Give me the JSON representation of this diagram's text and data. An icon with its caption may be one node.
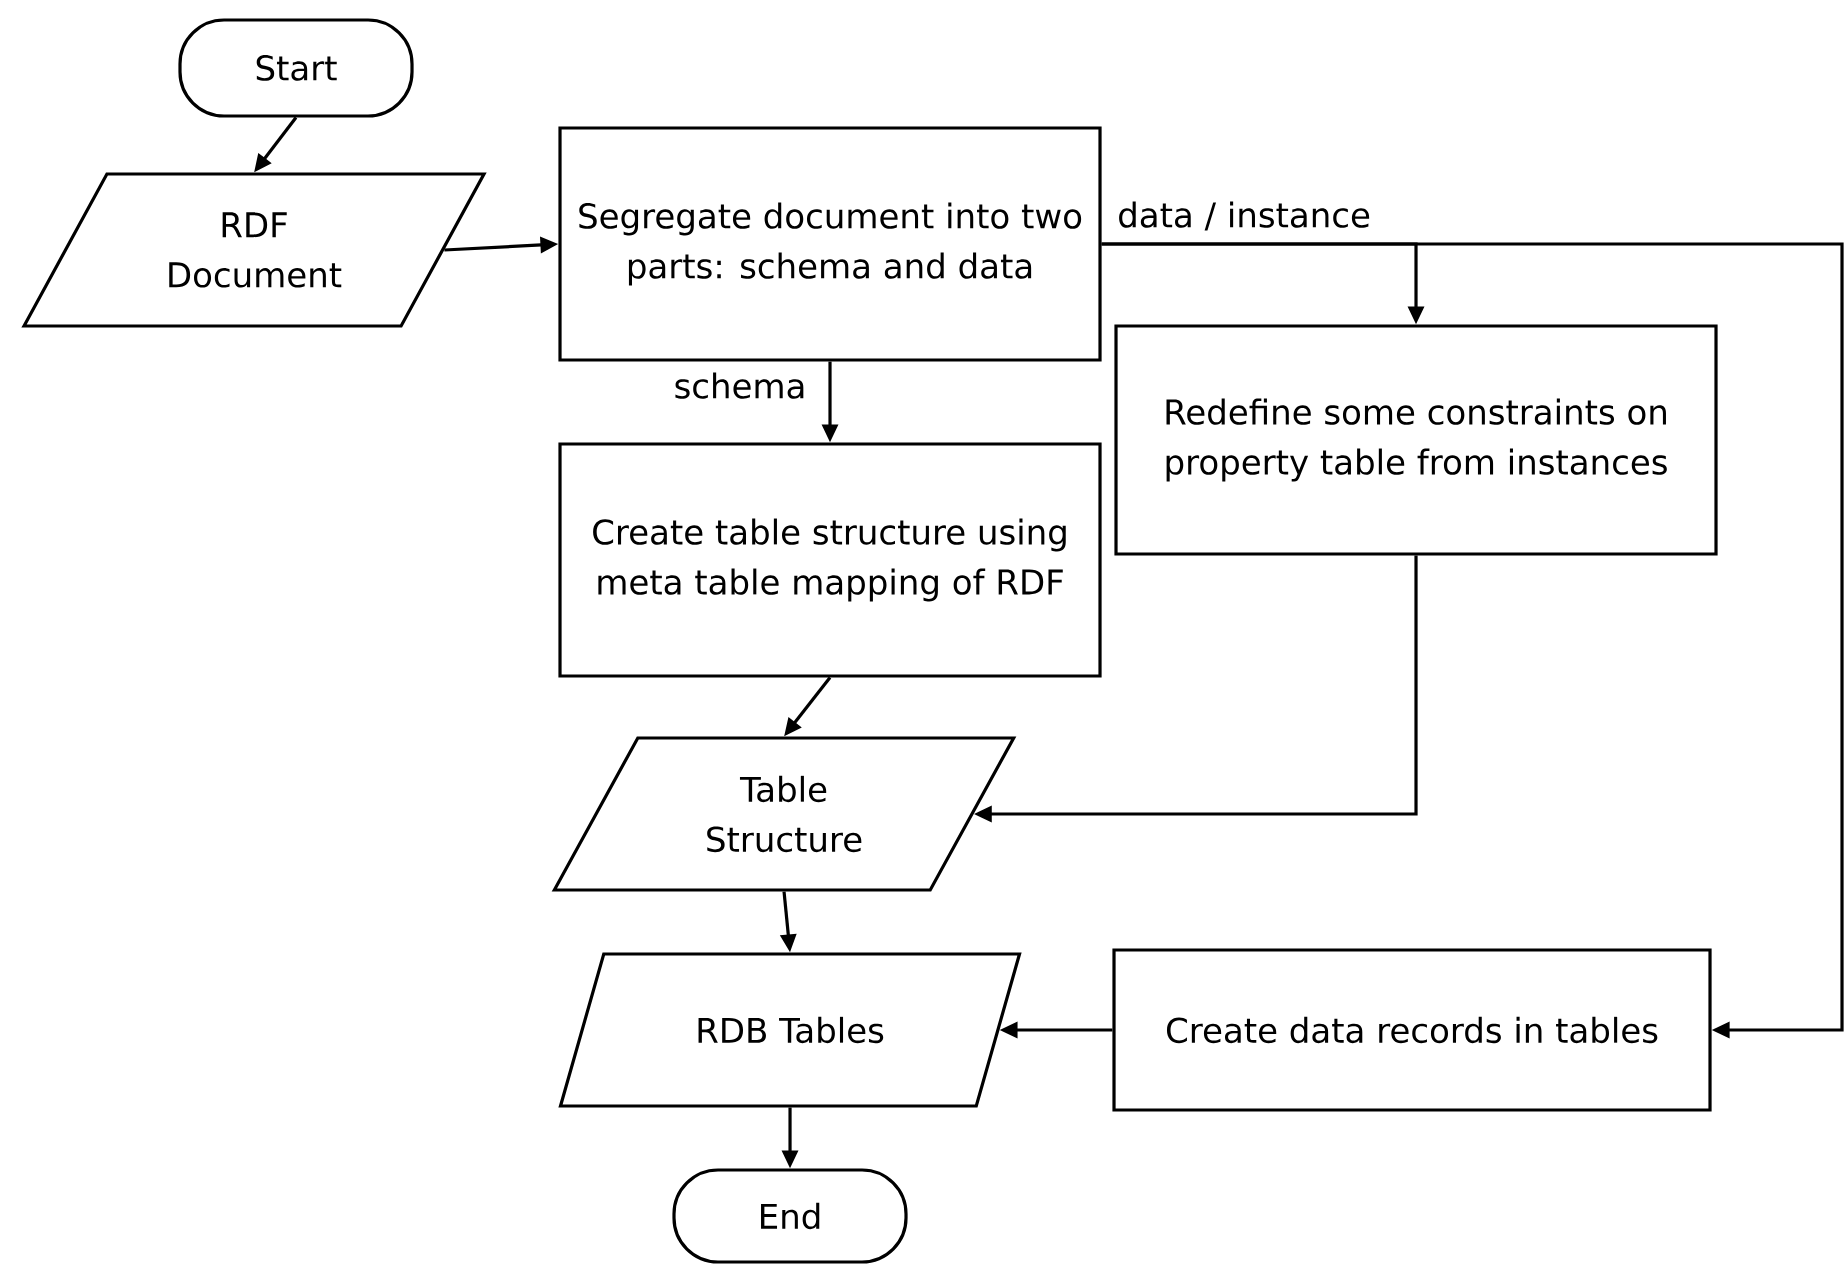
{
  "diagram": {
    "nodes": [
      {
        "text": [
          "Start"
        ]
      },
      {
        "text": [
          "RDF Document"
        ]
      },
      {
        "text": [
          "Segregate document into two parts: schema and data"
        ]
      },
      {
        "text": [
          "Create table structure using meta table mapping of RDF"
        ]
      },
      {
        "text": [
          "Redefine some constraints on property table from instances"
        ]
      },
      {
        "text": [
          "Table Structure"
        ]
      },
      {
        "text": [
          "RDB Tables"
        ]
      },
      {
        "text": [
          "Create data records in tables"
        ]
      },
      {
        "text": [
          "End"
        ]
      }
    ],
    "edges": [
      {
        "from": 0,
        "to": 1,
        "arrow": "to"
      },
      {
        "from": 1,
        "to": 2,
        "arrow": "to"
      },
      {
        "from": 2,
        "to": 3,
        "arrow": "to",
        "label": "schema"
      },
      {
        "from": 2,
        "to": 4,
        "arrow": "to",
        "label": "data / instance"
      },
      {
        "from": 2,
        "to": 7,
        "arrow": "to"
      },
      {
        "from": 3,
        "to": 5,
        "arrow": "to"
      },
      {
        "from": 4,
        "to": 5,
        "arrow": "to"
      },
      {
        "from": 5,
        "to": 6,
        "arrow": "to"
      },
      {
        "from": 7,
        "to": 6,
        "arrow": "to"
      },
      {
        "from": 6,
        "to": 8,
        "arrow": "to"
      }
    ]
  }
}
